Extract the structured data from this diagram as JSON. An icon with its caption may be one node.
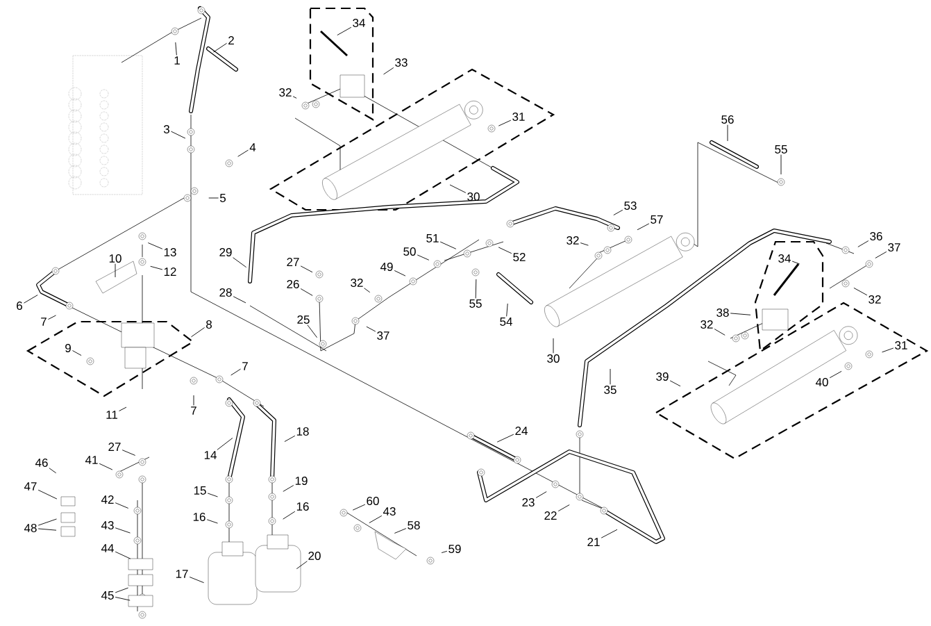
{
  "diagram": {
    "nodes": [
      {
        "text": [
          "1"
        ]
      },
      {
        "text": [
          "2"
        ]
      },
      {
        "text": [
          "3"
        ]
      },
      {
        "text": [
          "4"
        ]
      },
      {
        "text": [
          "5"
        ]
      },
      {
        "text": [
          "6"
        ]
      },
      {
        "text": [
          "7"
        ]
      },
      {
        "text": [
          "8"
        ]
      },
      {
        "text": [
          "9"
        ]
      },
      {
        "text": [
          "10"
        ]
      },
      {
        "text": [
          "11"
        ]
      },
      {
        "text": [
          "12"
        ]
      },
      {
        "text": [
          "13"
        ]
      },
      {
        "text": [
          "7"
        ]
      },
      {
        "text": [
          "7"
        ]
      },
      {
        "text": [
          "14"
        ]
      },
      {
        "text": [
          "15"
        ]
      },
      {
        "text": [
          "16"
        ]
      },
      {
        "text": [
          "16"
        ]
      },
      {
        "text": [
          "17"
        ]
      },
      {
        "text": [
          "18"
        ]
      },
      {
        "text": [
          "19"
        ]
      },
      {
        "text": [
          "20"
        ]
      },
      {
        "text": [
          "21"
        ]
      },
      {
        "text": [
          "22"
        ]
      },
      {
        "text": [
          "23"
        ]
      },
      {
        "text": [
          "24"
        ]
      },
      {
        "text": [
          "25"
        ]
      },
      {
        "text": [
          "26"
        ]
      },
      {
        "text": [
          "27"
        ]
      },
      {
        "text": [
          "27"
        ]
      },
      {
        "text": [
          "28"
        ]
      },
      {
        "text": [
          "29"
        ]
      },
      {
        "text": [
          "30"
        ]
      },
      {
        "text": [
          "30"
        ]
      },
      {
        "text": [
          "31"
        ]
      },
      {
        "text": [
          "31"
        ]
      },
      {
        "text": [
          "32"
        ]
      },
      {
        "text": [
          "32"
        ]
      },
      {
        "text": [
          "32"
        ]
      },
      {
        "text": [
          "32"
        ]
      },
      {
        "text": [
          "32"
        ]
      },
      {
        "text": [
          "33"
        ]
      },
      {
        "text": [
          "34"
        ]
      },
      {
        "text": [
          "34"
        ]
      },
      {
        "text": [
          "35"
        ]
      },
      {
        "text": [
          "36"
        ]
      },
      {
        "text": [
          "37"
        ]
      },
      {
        "text": [
          "37"
        ]
      },
      {
        "text": [
          "38"
        ]
      },
      {
        "text": [
          "39"
        ]
      },
      {
        "text": [
          "40"
        ]
      },
      {
        "text": [
          "41"
        ]
      },
      {
        "text": [
          "42"
        ]
      },
      {
        "text": [
          "43"
        ]
      },
      {
        "text": [
          "43"
        ]
      },
      {
        "text": [
          "44"
        ]
      },
      {
        "text": [
          "45"
        ]
      },
      {
        "text": [
          "46"
        ]
      },
      {
        "text": [
          "47"
        ]
      },
      {
        "text": [
          "48"
        ]
      },
      {
        "text": [
          "49"
        ]
      },
      {
        "text": [
          "50"
        ]
      },
      {
        "text": [
          "51"
        ]
      },
      {
        "text": [
          "52"
        ]
      },
      {
        "text": [
          "53"
        ]
      },
      {
        "text": [
          "54"
        ]
      },
      {
        "text": [
          "55"
        ]
      },
      {
        "text": [
          "55"
        ]
      },
      {
        "text": [
          "56"
        ]
      },
      {
        "text": [
          "57"
        ]
      },
      {
        "text": [
          "58"
        ]
      },
      {
        "text": [
          "59"
        ]
      },
      {
        "text": [
          "60"
        ]
      }
    ],
    "edges": [
      {
        "from": 0,
        "to": null,
        "arrow": "none"
      },
      {
        "from": 1,
        "to": null,
        "arrow": "none"
      },
      {
        "from": 2,
        "to": null,
        "arrow": "none"
      },
      {
        "from": 3,
        "to": null,
        "arrow": "none"
      },
      {
        "from": 4,
        "to": null,
        "arrow": "none"
      },
      {
        "from": 5,
        "to": null,
        "arrow": "none"
      },
      {
        "from": 6,
        "to": null,
        "arrow": "none"
      },
      {
        "from": 7,
        "to": null,
        "arrow": "none"
      },
      {
        "from": 8,
        "to": null,
        "arrow": "none"
      },
      {
        "from": 9,
        "to": null,
        "arrow": "none"
      },
      {
        "from": 10,
        "to": null,
        "arrow": "none"
      },
      {
        "from": 11,
        "to": null,
        "arrow": "none"
      },
      {
        "from": 12,
        "to": null,
        "arrow": "none"
      },
      {
        "from": 13,
        "to": null,
        "arrow": "none"
      },
      {
        "from": 14,
        "to": null,
        "arrow": "none"
      },
      {
        "from": 15,
        "to": null,
        "arrow": "none"
      },
      {
        "from": 16,
        "to": null,
        "arrow": "none"
      },
      {
        "from": 17,
        "to": null,
        "arrow": "none"
      },
      {
        "from": 18,
        "to": null,
        "arrow": "none"
      },
      {
        "from": 19,
        "to": null,
        "arrow": "none"
      },
      {
        "from": 20,
        "to": null,
        "arrow": "none"
      },
      {
        "from": 21,
        "to": null,
        "arrow": "none"
      },
      {
        "from": 22,
        "to": null,
        "arrow": "none"
      },
      {
        "from": 23,
        "to": null,
        "arrow": "none"
      },
      {
        "from": 24,
        "to": null,
        "arrow": "none"
      },
      {
        "from": 25,
        "to": null,
        "arrow": "none"
      },
      {
        "from": 26,
        "to": null,
        "arrow": "none"
      },
      {
        "from": 27,
        "to": null,
        "arrow": "none"
      },
      {
        "from": 28,
        "to": null,
        "arrow": "none"
      },
      {
        "from": 29,
        "to": null,
        "arrow": "none"
      },
      {
        "from": 30,
        "to": null,
        "arrow": "none"
      },
      {
        "from": 31,
        "to": null,
        "arrow": "none"
      },
      {
        "from": 32,
        "to": null,
        "arrow": "none"
      },
      {
        "from": 33,
        "to": null,
        "arrow": "none"
      },
      {
        "from": 34,
        "to": null,
        "arrow": "none"
      },
      {
        "from": 35,
        "to": null,
        "arrow": "none"
      },
      {
        "from": 36,
        "to": null,
        "arrow": "none"
      },
      {
        "from": 37,
        "to": null,
        "arrow": "none"
      },
      {
        "from": 38,
        "to": null,
        "arrow": "none"
      },
      {
        "from": 39,
        "to": null,
        "arrow": "none"
      },
      {
        "from": 40,
        "to": null,
        "arrow": "none"
      },
      {
        "from": 41,
        "to": null,
        "arrow": "none"
      },
      {
        "from": 42,
        "to": null,
        "arrow": "none"
      },
      {
        "from": 43,
        "to": null,
        "arrow": "none"
      },
      {
        "from": 44,
        "to": null,
        "arrow": "none"
      },
      {
        "from": 45,
        "to": null,
        "arrow": "none"
      },
      {
        "from": 46,
        "to": null,
        "arrow": "none"
      },
      {
        "from": 47,
        "to": null,
        "arrow": "none"
      },
      {
        "from": 48,
        "to": null,
        "arrow": "none"
      },
      {
        "from": 49,
        "to": null,
        "arrow": "none"
      },
      {
        "from": 50,
        "to": null,
        "arrow": "none"
      },
      {
        "from": 51,
        "to": null,
        "arrow": "none"
      },
      {
        "from": 52,
        "to": null,
        "arrow": "none"
      },
      {
        "from": 53,
        "to": null,
        "arrow": "none"
      },
      {
        "from": 54,
        "to": null,
        "arrow": "none"
      },
      {
        "from": 55,
        "to": null,
        "arrow": "none"
      },
      {
        "from": 56,
        "to": null,
        "arrow": "none"
      },
      {
        "from": 57,
        "to": null,
        "arrow": "none"
      },
      {
        "from": 57,
        "to": null,
        "arrow": "none"
      },
      {
        "from": 58,
        "to": null,
        "arrow": "none"
      },
      {
        "from": 59,
        "to": null,
        "arrow": "none"
      },
      {
        "from": 60,
        "to": null,
        "arrow": "none"
      },
      {
        "from": 60,
        "to": null,
        "arrow": "none"
      },
      {
        "from": 61,
        "to": null,
        "arrow": "none"
      },
      {
        "from": 62,
        "to": null,
        "arrow": "none"
      },
      {
        "from": 63,
        "to": null,
        "arrow": "none"
      },
      {
        "from": 64,
        "to": null,
        "arrow": "none"
      },
      {
        "from": 65,
        "to": null,
        "arrow": "none"
      },
      {
        "from": 66,
        "to": null,
        "arrow": "none"
      },
      {
        "from": 67,
        "to": null,
        "arrow": "none"
      },
      {
        "from": 68,
        "to": null,
        "arrow": "none"
      },
      {
        "from": 69,
        "to": null,
        "arrow": "none"
      },
      {
        "from": 70,
        "to": null,
        "arrow": "none"
      },
      {
        "from": 71,
        "to": null,
        "arrow": "none"
      },
      {
        "from": 72,
        "to": null,
        "arrow": "none"
      },
      {
        "from": 73,
        "to": null,
        "arrow": "none"
      }
    ]
  }
}
